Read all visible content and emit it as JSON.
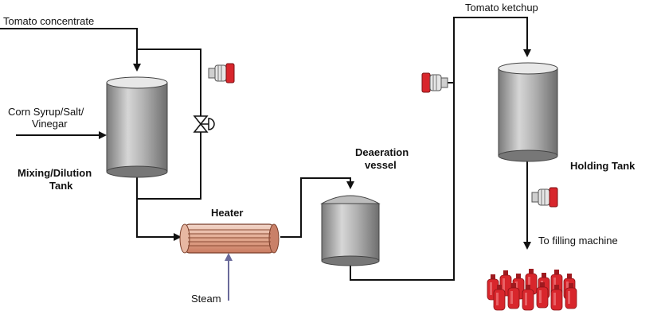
{
  "labels": {
    "tomato_concentrate": "Tomato concentrate",
    "corn_syrup_1": "Corn Syrup/Salt/",
    "corn_syrup_2": "Vinegar",
    "mixing_1": "Mixing/Dilution",
    "mixing_2": "Tank",
    "heater": "Heater",
    "steam": "Steam",
    "deaeration_1": "Deaeration",
    "deaeration_2": "vessel",
    "tomato_ketchup": "Tomato ketchup",
    "holding_tank": "Holding Tank",
    "to_filling": "To filling machine"
  },
  "colors": {
    "pump_accent": "#d8262c",
    "heater_coil": "#d98a6a",
    "bottle": "#d8262c",
    "tank_body": "#a9a9a9"
  }
}
